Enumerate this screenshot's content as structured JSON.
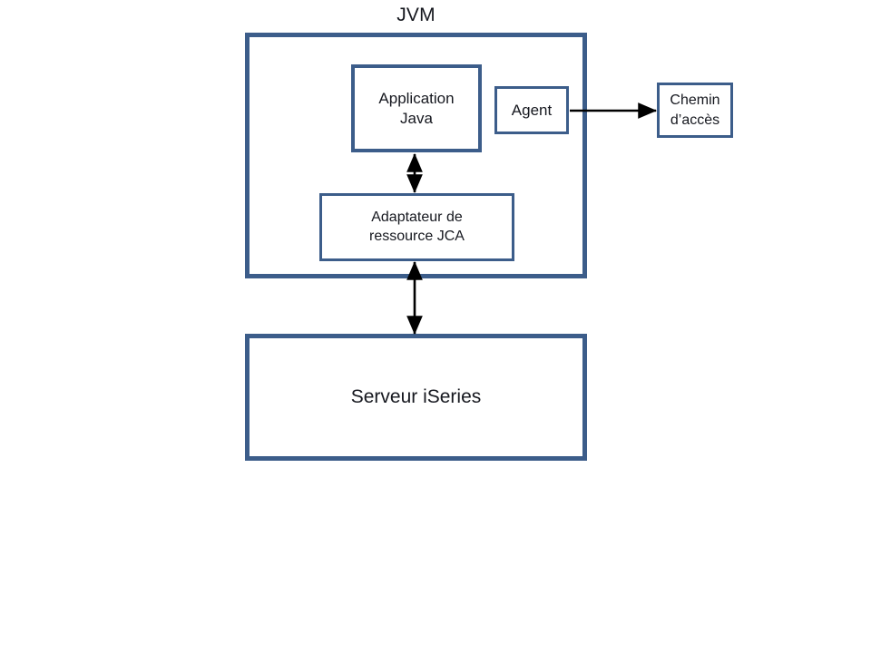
{
  "diagram": {
    "title": "JVM",
    "language": "fr",
    "background_color": "#ffffff",
    "box_border_color": "#3c5d8a",
    "text_color": "#16181f",
    "connector_color": "#000000",
    "nodes": {
      "jvm_container": {
        "label": "JVM"
      },
      "application_java": {
        "label": "Application\nJava"
      },
      "agent": {
        "label": "Agent"
      },
      "adaptateur": {
        "label": "Adaptateur de\nressource JCA"
      },
      "chemin_acces": {
        "label": "Chemin\nd’accès"
      },
      "serveur_iseries": {
        "label": "Serveur iSeries"
      }
    },
    "connectors": [
      {
        "name": "app-java-to-adaptateur",
        "from": "application_java",
        "to": "adaptateur",
        "arrow": "double",
        "orientation": "vertical"
      },
      {
        "name": "adaptateur-to-serveur",
        "from": "adaptateur",
        "to": "serveur_iseries",
        "arrow": "double",
        "orientation": "vertical"
      },
      {
        "name": "agent-to-chemin-acces",
        "from": "agent",
        "to": "chemin_acces",
        "arrow": "single",
        "orientation": "horizontal"
      }
    ]
  }
}
